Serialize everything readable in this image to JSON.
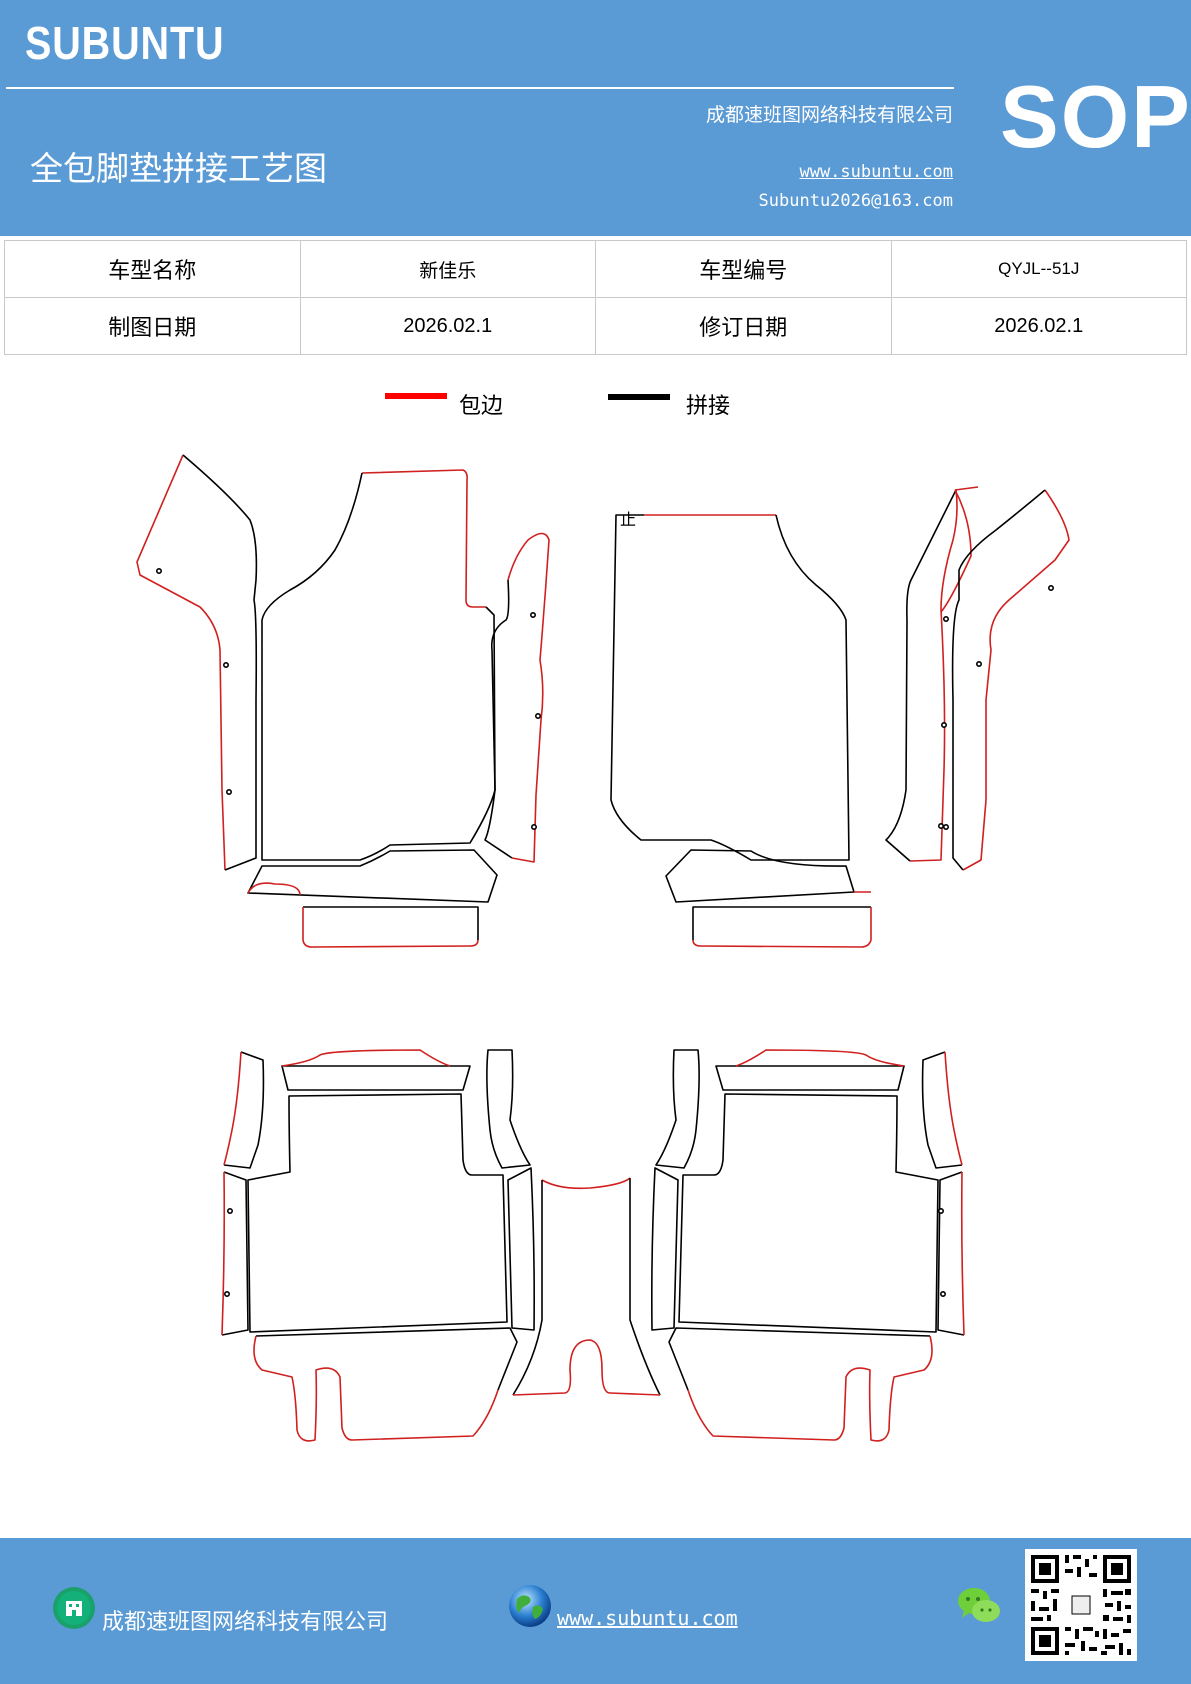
{
  "header": {
    "brand": "SUBUNTU",
    "company": "成都速班图网络科技有限公司",
    "title": "全包脚垫拼接工艺图",
    "website": "www.subuntu.com",
    "email": "Subuntu2026@163.com",
    "badge": "SOP"
  },
  "info_table": {
    "model_name_label": "车型名称",
    "model_name_value": "新佳乐",
    "model_code_label": "车型编号",
    "model_code_value": "QYJL--51J",
    "draw_date_label": "制图日期",
    "draw_date_value": "2026.02.1",
    "revise_date_label": "修订日期",
    "revise_date_value": "2026.02.1"
  },
  "legend": {
    "items": [
      {
        "label": "包边",
        "color": "#ff0000"
      },
      {
        "label": "拼接",
        "color": "#000000"
      }
    ]
  },
  "drawing": {
    "note": "止"
  },
  "footer": {
    "company": "成都速班图网络科技有限公司",
    "website": "www.subuntu.com "
  },
  "colors": {
    "header_bg": "#5b9bd5",
    "edging": "#d0201f",
    "seam": "#000000"
  }
}
